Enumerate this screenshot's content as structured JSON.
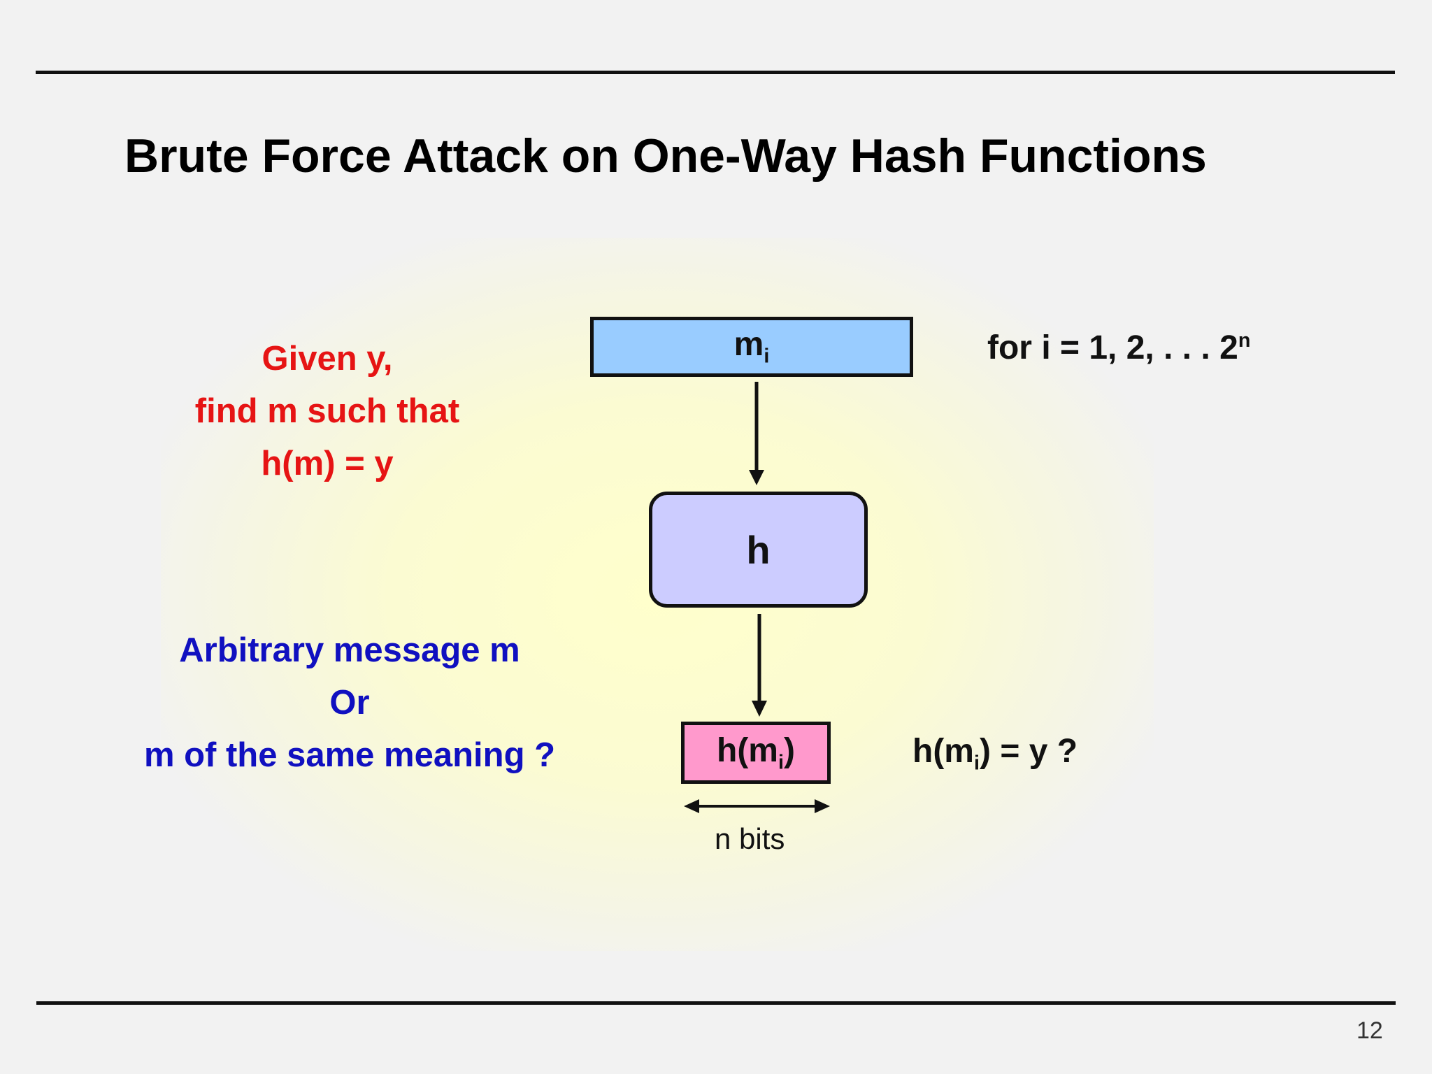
{
  "slide": {
    "title": "Brute Force Attack on One-Way Hash Functions",
    "page_number": "12"
  },
  "goal": {
    "lines": [
      "Given y,",
      "find m such that",
      "h(m) = y"
    ],
    "color": "#e61414"
  },
  "question": {
    "lines": [
      "Arbitrary message m",
      "Or",
      "m of the same meaning ?"
    ],
    "color": "#1010c0"
  },
  "diagram": {
    "input": {
      "base": "m",
      "subscript": "i",
      "fill": "#99ccff"
    },
    "function": {
      "label": "h",
      "fill": "#ccccff"
    },
    "output": {
      "prefix": "h(m",
      "subscript": "i",
      "suffix": ")",
      "fill": "#ff99cc"
    },
    "iteration": {
      "text": "for i = 1, 2, . . . 2",
      "superscript": "n"
    },
    "check": {
      "prefix": "h(m",
      "subscript": "i",
      "suffix": ") = y ?"
    },
    "width_label": "n bits"
  }
}
